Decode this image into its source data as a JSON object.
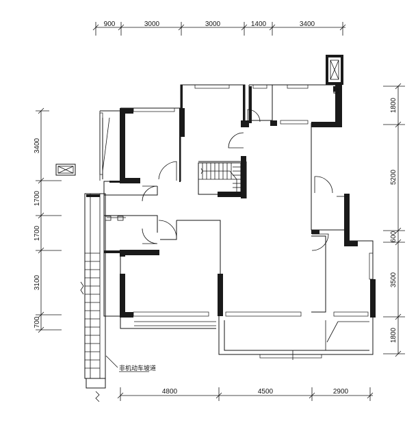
{
  "top_dimensions": [
    "900",
    "3000",
    "3000",
    "1400",
    "3400"
  ],
  "bottom_dimensions": [
    "4800",
    "4500",
    "2900"
  ],
  "left_dimensions": [
    "3400",
    "1700",
    "1700",
    "3100",
    "700"
  ],
  "right_dimensions": [
    "1800",
    "5200",
    "600",
    "3500",
    "1800"
  ],
  "ramp_label": "非机动车坡道"
}
